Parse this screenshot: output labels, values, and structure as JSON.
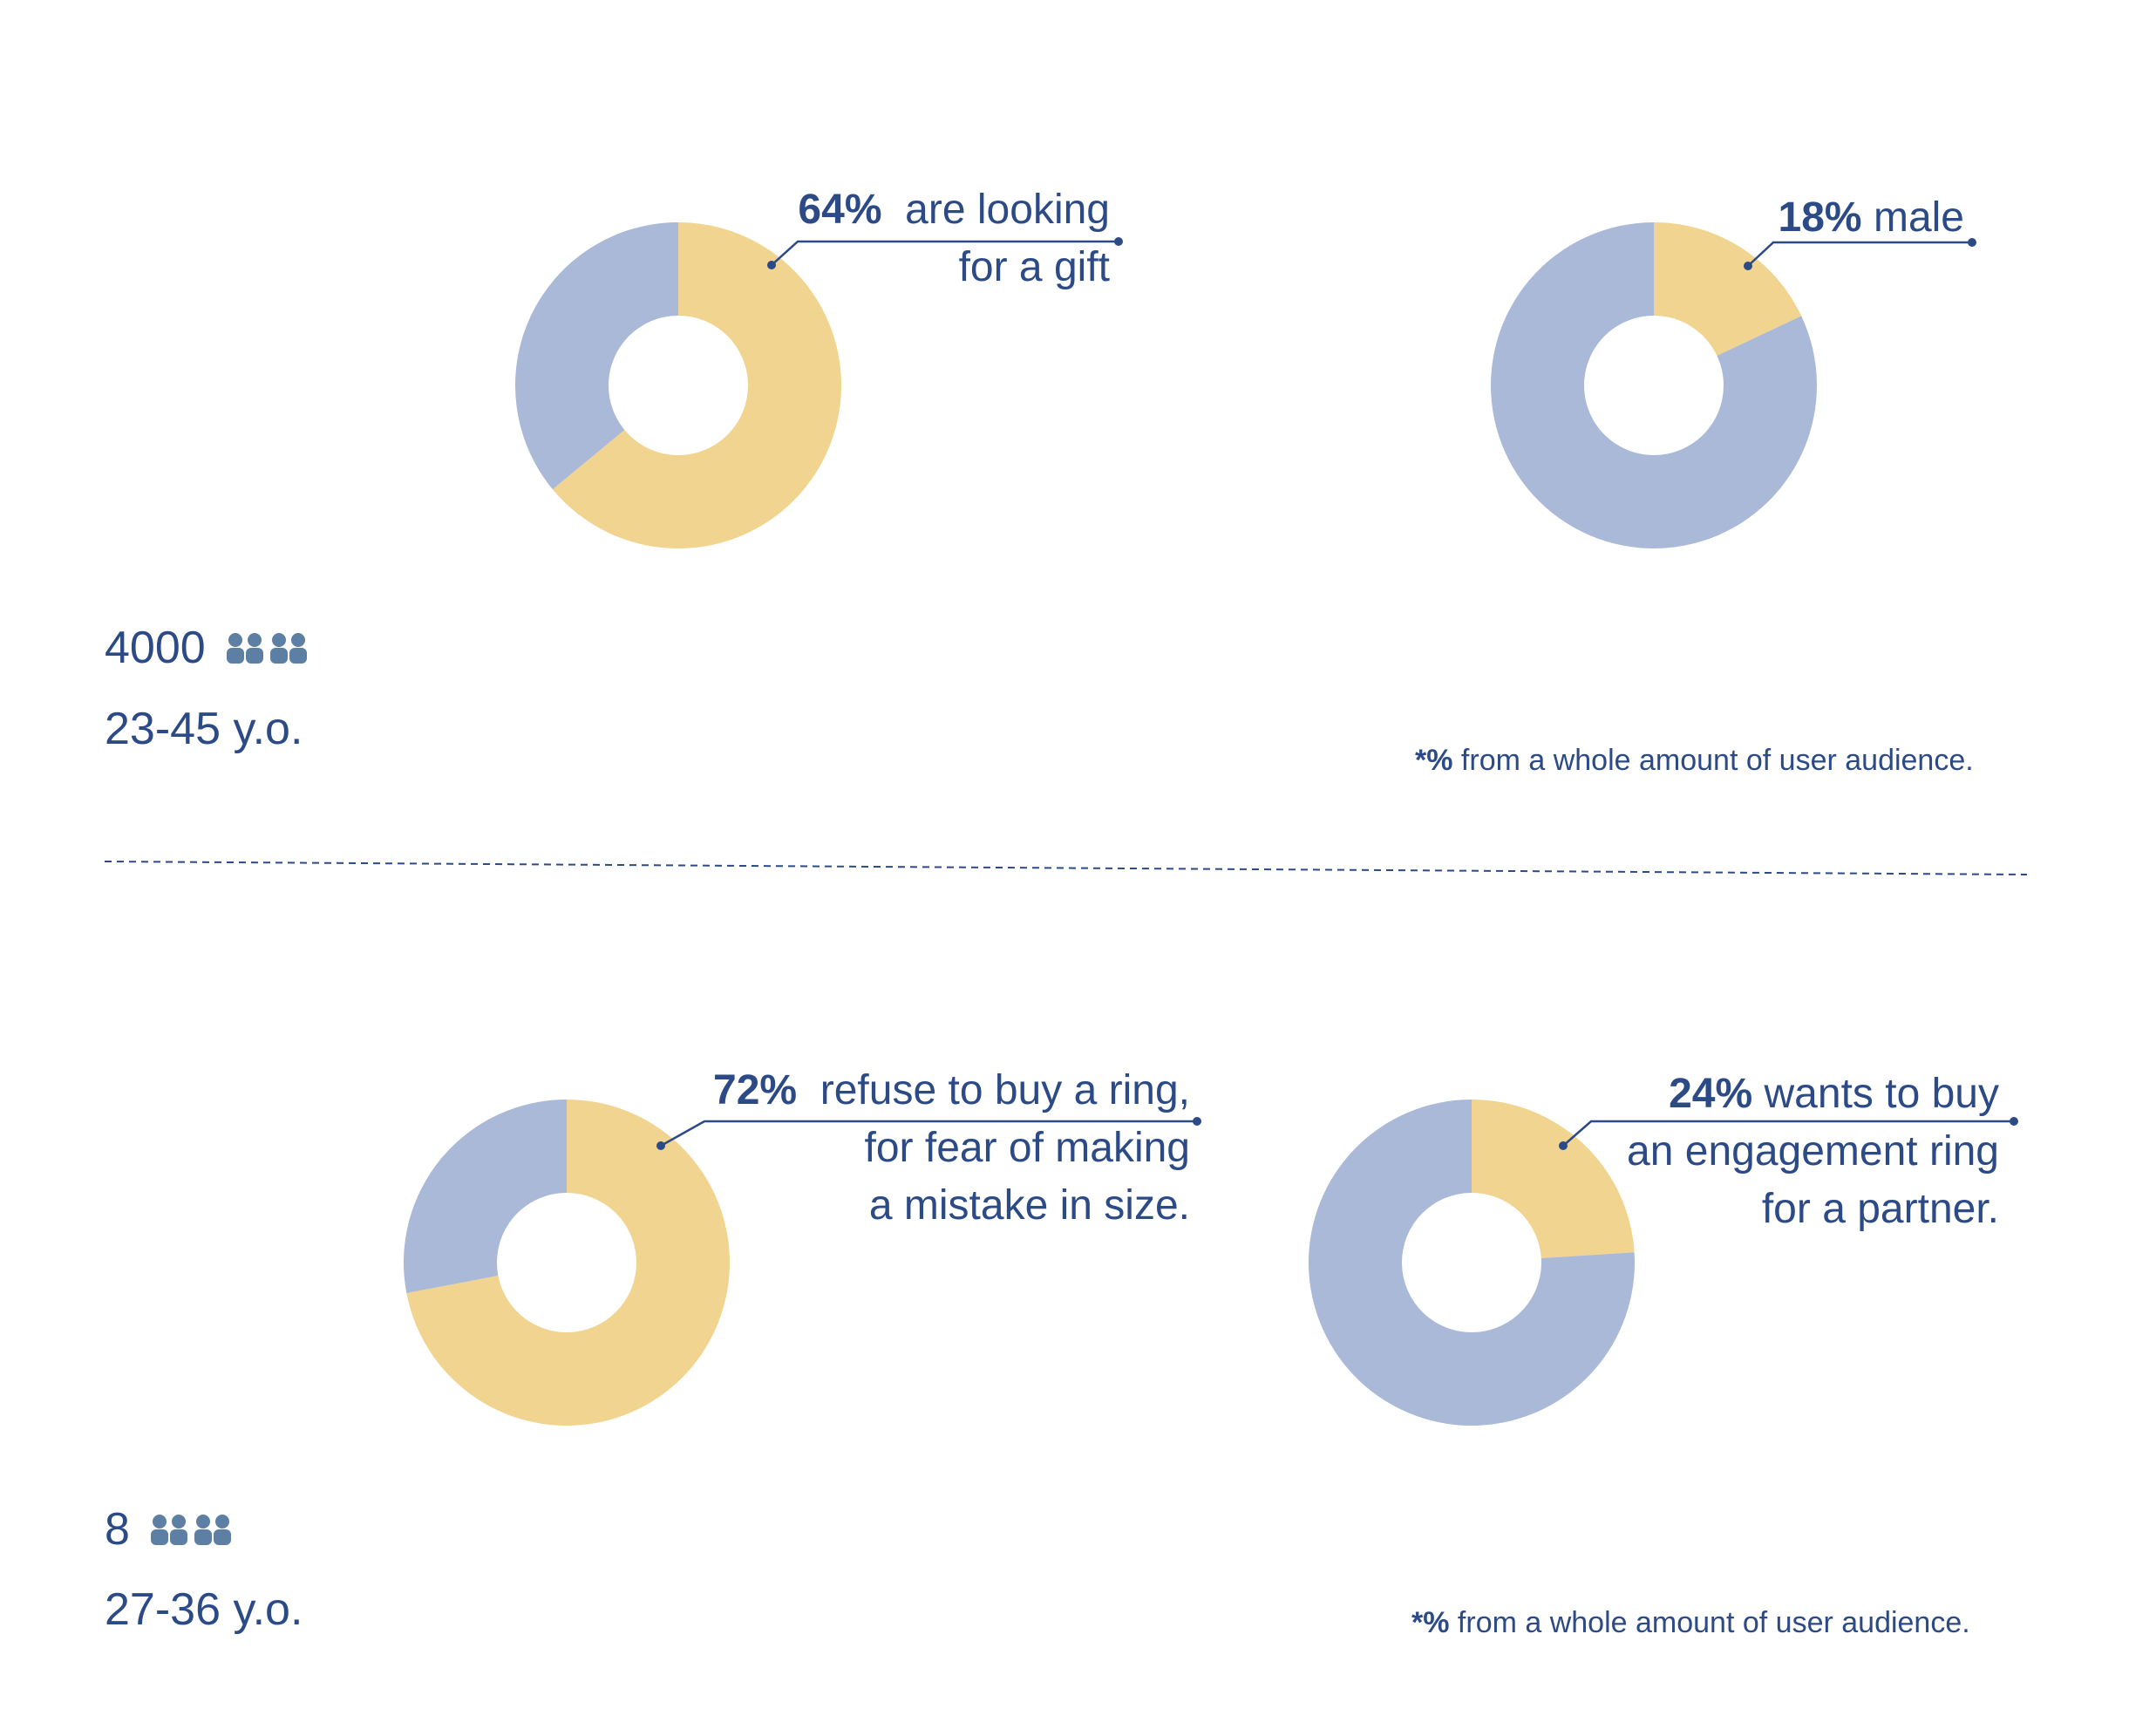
{
  "colors": {
    "primary": "#f0d48f",
    "secondary": "#aab9d7",
    "text": "#2c4a86"
  },
  "chart_data": [
    {
      "type": "pie",
      "hole": "donut",
      "slices": [
        {
          "value": 64,
          "color": "#f0d48f"
        },
        {
          "value": 36,
          "color": "#aab9d7"
        }
      ],
      "annotation": {
        "pct": "64%",
        "lines": [
          "are looking",
          "for a gift"
        ]
      }
    },
    {
      "type": "pie",
      "hole": "donut",
      "slices": [
        {
          "value": 18,
          "color": "#f0d48f"
        },
        {
          "value": 82,
          "color": "#aab9d7"
        }
      ],
      "annotation": {
        "pct": "18%",
        "lines": [
          "male"
        ]
      }
    },
    {
      "type": "pie",
      "hole": "donut",
      "slices": [
        {
          "value": 72,
          "color": "#f0d48f"
        },
        {
          "value": 28,
          "color": "#aab9d7"
        }
      ],
      "annotation": {
        "pct": "72%",
        "lines": [
          "refuse to buy a ring,",
          "for fear of making",
          "a mistake in size."
        ]
      }
    },
    {
      "type": "pie",
      "hole": "donut",
      "slices": [
        {
          "value": 24,
          "color": "#f0d48f"
        },
        {
          "value": 76,
          "color": "#aab9d7"
        }
      ],
      "annotation": {
        "pct": "24%",
        "lines": [
          "wants to buy",
          "an engagement ring",
          "for a partner."
        ]
      }
    }
  ],
  "sections": [
    {
      "count": "4000",
      "age": "23-45 y.o.",
      "footnote_mark": "*%",
      "footnote_text": "from a whole amount of user audience.",
      "icon": "people-group-icon"
    },
    {
      "count": "8",
      "age": "27-36 y.o.",
      "footnote_mark": "*%",
      "footnote_text": "from a whole amount of user audience.",
      "icon": "people-group-icon"
    }
  ]
}
